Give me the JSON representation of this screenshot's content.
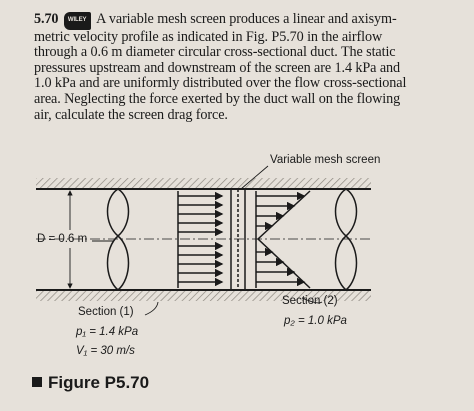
{
  "problem": {
    "number": "5.70",
    "badge": "WILEY",
    "lines": [
      "A variable mesh screen produces a linear and axisym-",
      "metric velocity profile as indicated in Fig. P5.70 in the airflow",
      "through a 0.6 m diameter circular cross-sectional duct. The static",
      "pressures upstream and downstream of the screen are 1.4 kPa and",
      "1.0 kPa and are uniformly distributed over the flow cross-sectional",
      "area. Neglecting the force exerted by the duct wall on the flowing",
      "air, calculate the screen drag force."
    ]
  },
  "figure": {
    "screen_label": "Variable mesh screen",
    "diameter_label": "D = 0.6 m",
    "section1": "Section (1)",
    "p1": "p₁ = 1.4 kPa",
    "v1": "V₁ = 30 m/s",
    "section2": "Section (2)",
    "p2": "p₂ = 1.0 kPa",
    "caption": "Figure P5.70"
  },
  "colors": {
    "ink": "#1a1a1a",
    "paper": "#e6e1da",
    "hatch": "#9a958e"
  }
}
